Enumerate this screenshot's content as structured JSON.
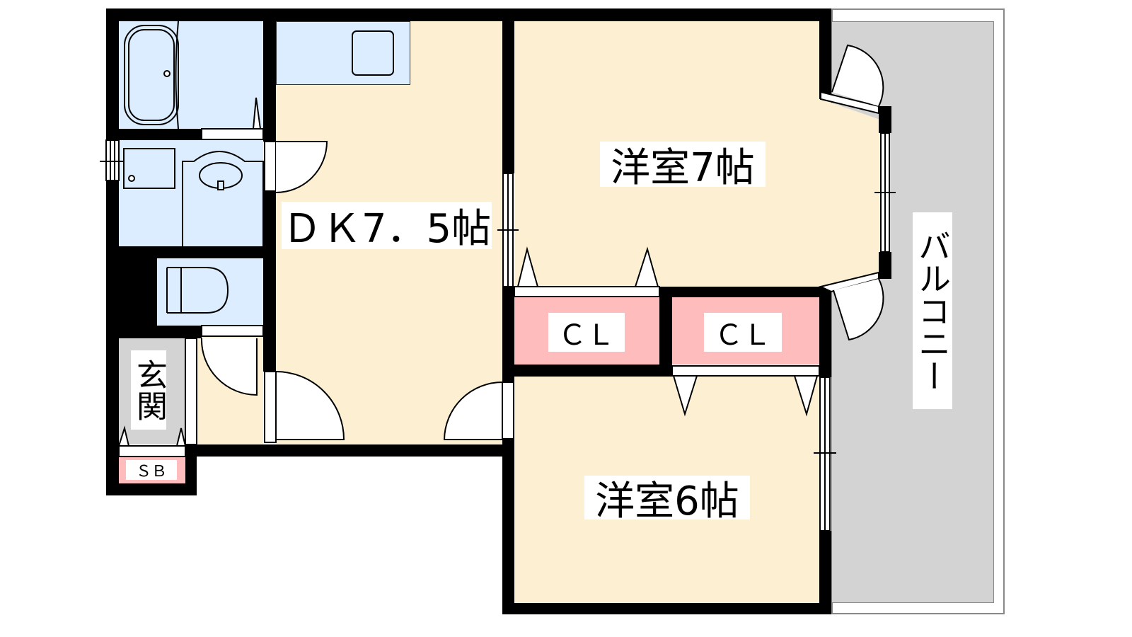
{
  "rooms": {
    "dk": "ＤＫ7．5帖",
    "western7": "洋室7帖",
    "western6": "洋室6帖",
    "closet1": "ＣＬ",
    "closet2": "ＣＬ",
    "entrance": "玄関",
    "shoe_box": "ＳＢ",
    "balcony": "バルコニー"
  },
  "colors": {
    "floor": "#fdf0d2",
    "wet_area": "#dbedff",
    "storage": "#ffbcbc",
    "exterior": "#d3d3d3",
    "wall": "#000000"
  }
}
